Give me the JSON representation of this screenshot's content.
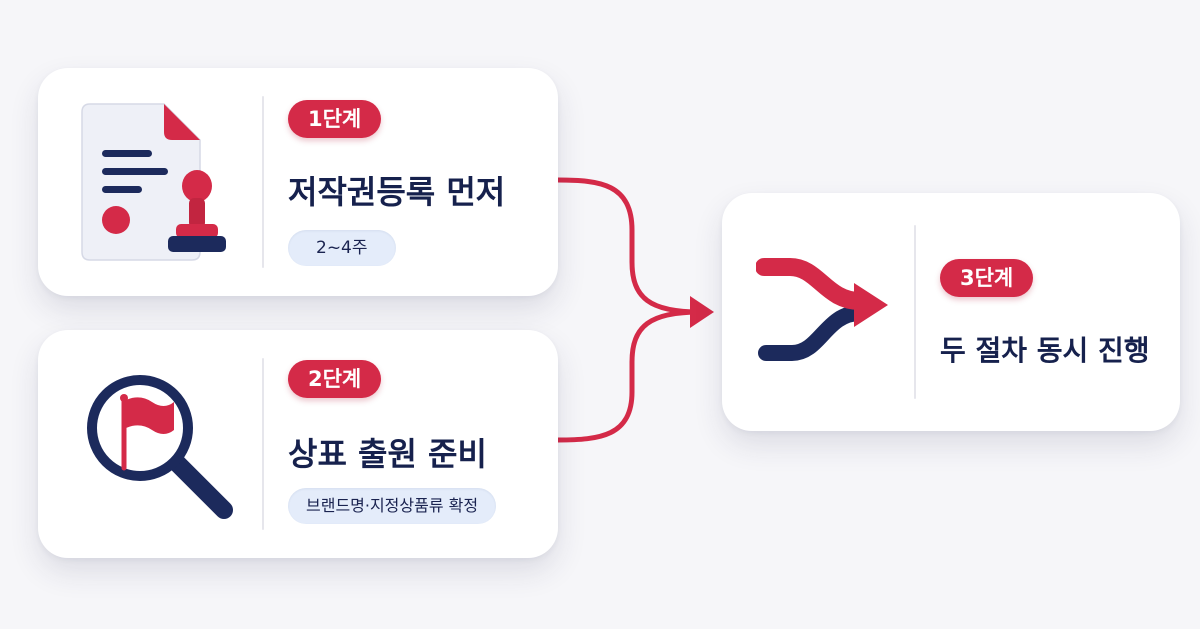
{
  "steps": [
    {
      "badge": "1단계",
      "title": "저작권등록 먼저",
      "detail": "2~4주",
      "icon": "document-stamp-icon"
    },
    {
      "badge": "2단계",
      "title": "상표 출원 준비",
      "detail": "브랜드명·지정상품류 확정",
      "icon": "magnifier-flag-icon"
    },
    {
      "badge": "3단계",
      "title": "두 절차 동시 진행",
      "icon": "merge-arrow-icon"
    }
  ],
  "colors": {
    "accent": "#d42a48",
    "navy": "#16214d",
    "pill": "#e4ecfa",
    "card": "#ffffff",
    "background": "#f6f6f9"
  }
}
